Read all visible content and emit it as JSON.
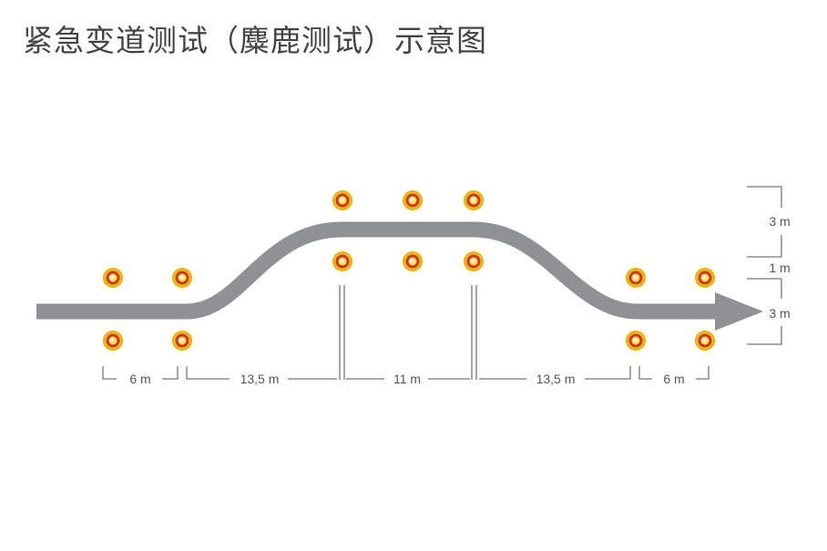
{
  "title": "紧急变道测试（麋鹿测试）示意图",
  "colors": {
    "path": "#8f9192",
    "path_edge": "#6f7172",
    "cone_outer": "#f6d20a",
    "cone_ring": "#d7301f",
    "cone_center": "#ffe56a",
    "dimension_line": "#777777",
    "text": "#555555"
  },
  "dimensions": {
    "horizontal": [
      "6 m",
      "13,5 m",
      "11 m",
      "13,5 m",
      "6 m"
    ],
    "vertical": [
      "3 m",
      "1 m",
      "3 m"
    ]
  }
}
